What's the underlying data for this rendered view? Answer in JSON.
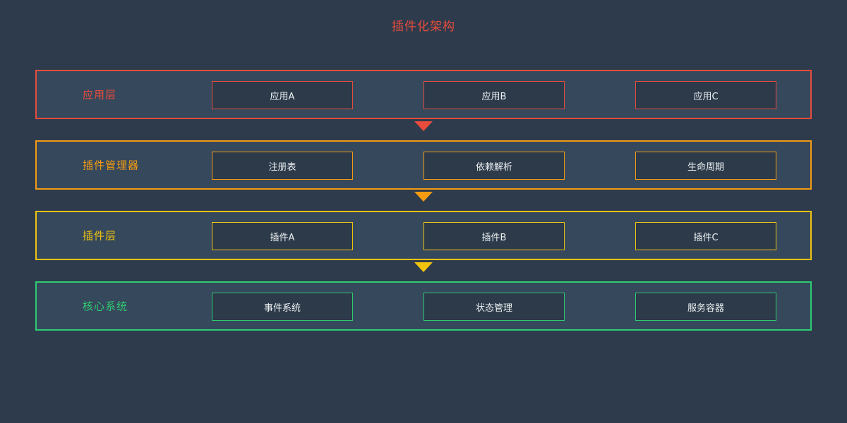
{
  "title": {
    "text": "插件化架构",
    "color": "#e74c3c"
  },
  "theme": {
    "page_bg": "#2d3b4d",
    "layer_bg": "#36485c",
    "box_bg": "#2c3a4a",
    "box_text": "#ecf0f1"
  },
  "layers": [
    {
      "label": "应用层",
      "color": "#e74c3c",
      "boxes": [
        "应用A",
        "应用B",
        "应用C"
      ]
    },
    {
      "label": "插件管理器",
      "color": "#f39c12",
      "boxes": [
        "注册表",
        "依赖解析",
        "生命周期"
      ]
    },
    {
      "label": "插件层",
      "color": "#f1c40f",
      "boxes": [
        "插件A",
        "插件B",
        "插件C"
      ]
    },
    {
      "label": "核心系统",
      "color": "#2ecc71",
      "boxes": [
        "事件系统",
        "状态管理",
        "服务容器"
      ]
    }
  ],
  "arrows": [
    {
      "direction": "down",
      "color": "#e74c3c"
    },
    {
      "direction": "down",
      "color": "#f39c12"
    },
    {
      "direction": "down",
      "color": "#f1c40f"
    }
  ]
}
